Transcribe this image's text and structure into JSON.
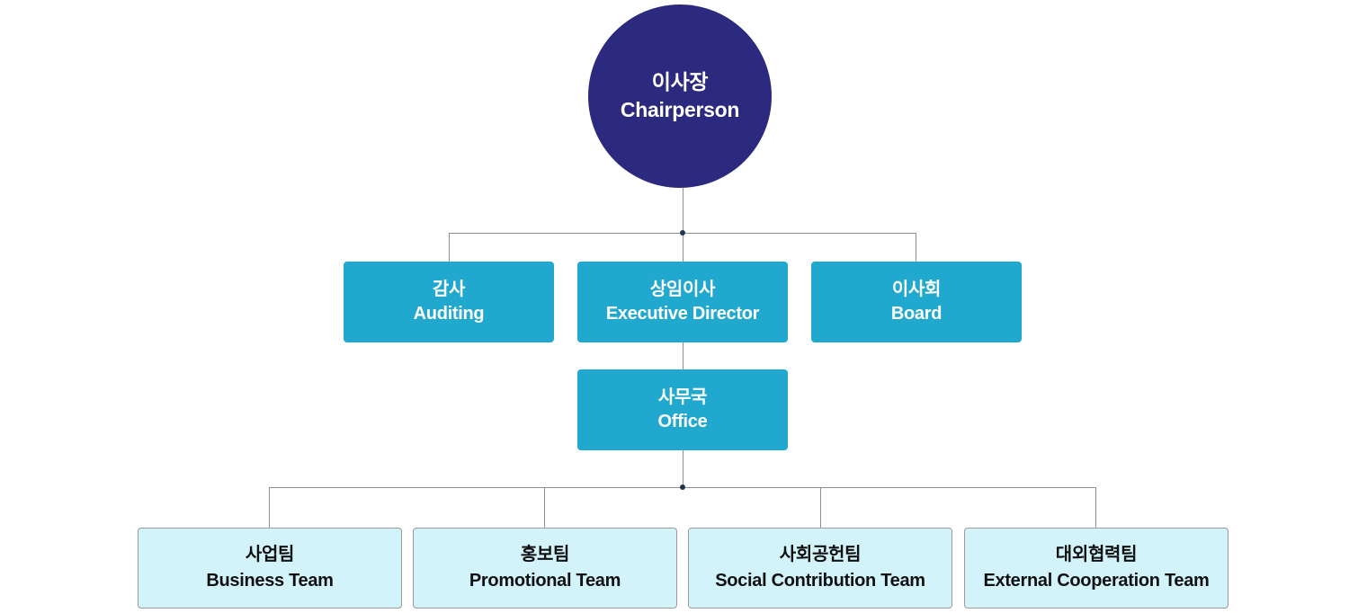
{
  "chairperson": {
    "ko": "이사장",
    "en": "Chairperson"
  },
  "auditing": {
    "ko": "감사",
    "en": "Auditing"
  },
  "executive_director": {
    "ko": "상임이사",
    "en": "Executive Director"
  },
  "board": {
    "ko": "이사회",
    "en": "Board"
  },
  "office": {
    "ko": "사무국",
    "en": "Office"
  },
  "teams": [
    {
      "ko": "사업팀",
      "en": "Business Team"
    },
    {
      "ko": "홍보팀",
      "en": "Promotional Team"
    },
    {
      "ko": "사회공헌팀",
      "en": "Social Contribution Team"
    },
    {
      "ko": "대외협력팀",
      "en": "External Cooperation Team"
    }
  ],
  "colors": {
    "chairperson_fill": "#2b2a7e",
    "mid_fill": "#21a8cf",
    "team_fill": "#d3f3fb",
    "connector": "#8f8f8f",
    "junction": "#1f3550"
  }
}
